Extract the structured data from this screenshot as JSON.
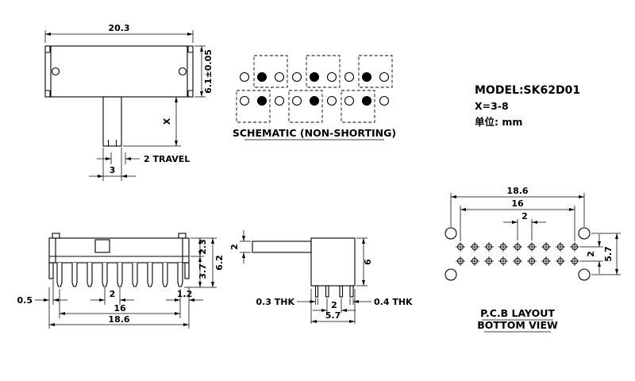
{
  "title_block": {
    "model": "MODEL:SK62D01",
    "x_spec": "X=3-8",
    "unit": "单位: mm"
  },
  "top_view": {
    "dim_width": "20.3",
    "dim_height": "6.1±0.05",
    "dim_stem": "X",
    "dim_travel": "2 TRAVEL",
    "dim_stem_width": "3"
  },
  "schematic": {
    "label": "SCHEMATIC (NON-SHORTING)",
    "rows": [
      [
        "open",
        "filled",
        "open",
        "open",
        "filled",
        "open",
        "open",
        "filled",
        "open"
      ],
      [
        "open",
        "filled",
        "open",
        "open",
        "filled",
        "open",
        "open",
        "filled",
        "open"
      ]
    ]
  },
  "side_view": {
    "dim_top": "2.3",
    "dim_mid": "3.7",
    "dim_total_height": "6.2",
    "dim_left_tab": "0.5",
    "dim_pitch": "2",
    "dim_right_tab": "1.2",
    "dim_pin_span": "16",
    "dim_overall": "18.6",
    "pin_count": 9
  },
  "end_view": {
    "dim_stem_thk": "2",
    "dim_height": "6",
    "dim_thk_left": "0.3 THK",
    "dim_thk_right": "0.4 THK",
    "dim_pitch": "2",
    "dim_width": "5.7"
  },
  "pcb_layout": {
    "dim_overall": "18.6",
    "dim_span": "16",
    "dim_pitch": "2",
    "dim_row_pitch": "2",
    "dim_height": "5.7",
    "pads_per_row": 9,
    "label_line1": "P.C.B LAYOUT",
    "label_line2": "BOTTOM VIEW"
  }
}
